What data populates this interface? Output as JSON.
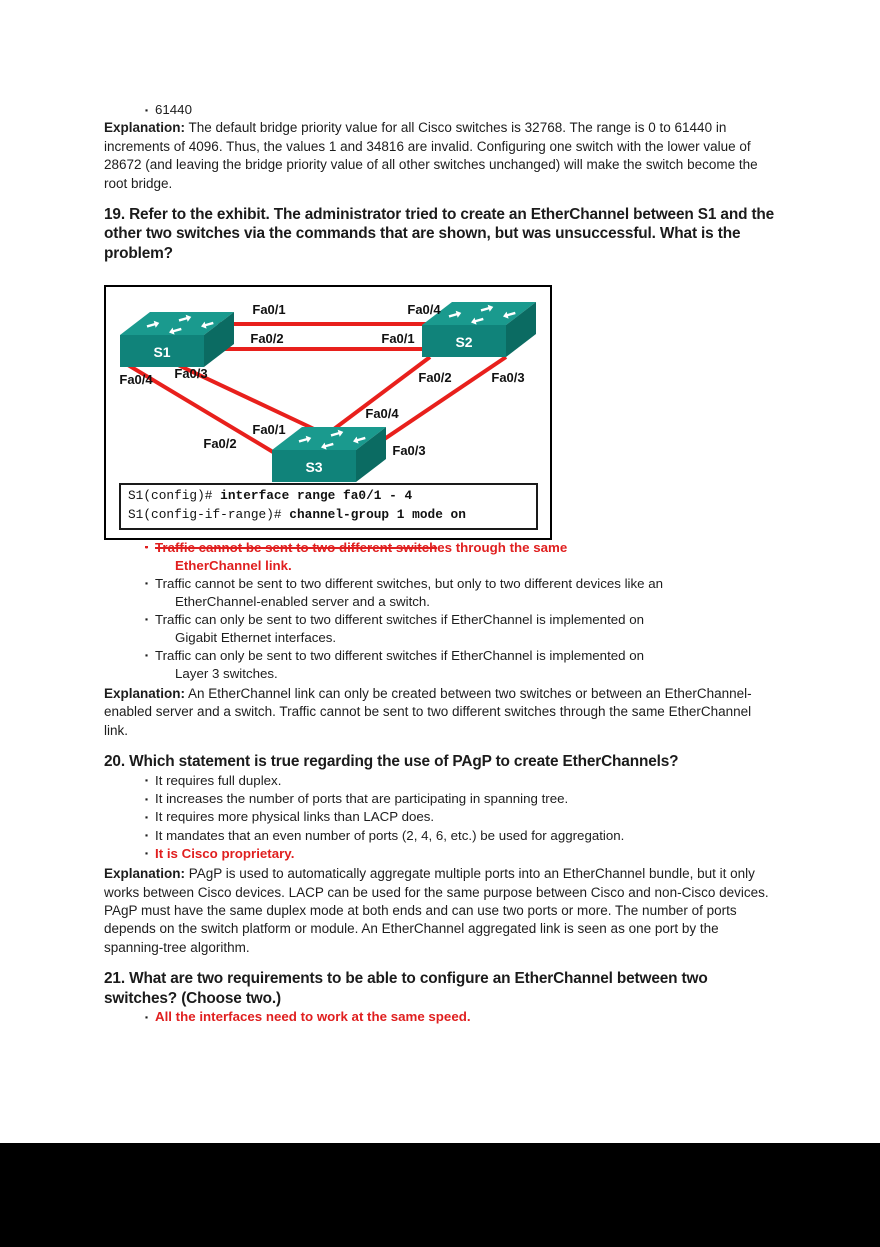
{
  "colors": {
    "answer_red": "#e01f1f",
    "link_red": "#e8201c",
    "switch_top": "#1a9a8e",
    "switch_front": "#10837a",
    "switch_side": "#0b6b62",
    "footer_bar": "#000000"
  },
  "prev_question": {
    "last_option": "61440",
    "explanation_label": "Explanation:",
    "explanation": "The default bridge priority value for all Cisco switches is 32768. The range is 0 to 61440 in increments of 4096. Thus, the values 1 and 34816 are invalid. Configuring one switch with the lower value of 28672 (and leaving the bridge priority value of all other switches unchanged) will make the switch become the root bridge."
  },
  "q19": {
    "title": "19. Refer to the exhibit. The administrator tried to create an EtherChannel between S1 and the other two switches via the commands that are shown, but was unsuccessful. What is the problem?",
    "exhibit": {
      "switch_labels": {
        "s1": "S1",
        "s2": "S2",
        "s3": "S3"
      },
      "ports": {
        "top_left": "Fa0/1",
        "top_right": "Fa0/4",
        "mid_left": "Fa0/2",
        "mid_right": "Fa0/1",
        "s1_left": "Fa0/4",
        "s1_bottom": "Fa0/3",
        "s2_bottom_left": "Fa0/2",
        "s2_bottom_right": "Fa0/3",
        "s3_top_left": "Fa0/1",
        "s3_left": "Fa0/2",
        "s3_top_right": "Fa0/4",
        "s3_right": "Fa0/3"
      },
      "config": [
        {
          "prompt": "S1(config)#",
          "command": "interface range fa0/1 - 4"
        },
        {
          "prompt": "S1(config-if-range)#",
          "command": "channel-group 1 mode on"
        }
      ]
    },
    "correct": {
      "struck_text": "Traffic cannot be sent to two different switch",
      "after_struck": "es through the same",
      "line2": "EtherChannel link."
    },
    "answers": [
      {
        "lines": [
          "Traffic cannot be sent to two different switches, but only to two different devices like an",
          "EtherChannel-enabled server and a switch."
        ]
      },
      {
        "lines": [
          "Traffic can only be sent to two different switches if EtherChannel is implemented on",
          "Gigabit Ethernet interfaces."
        ]
      },
      {
        "lines": [
          "Traffic can only be sent to two different switches if EtherChannel is implemented on",
          "Layer 3 switches."
        ]
      }
    ],
    "explanation_label": "Explanation:",
    "explanation": "An EtherChannel link can only be created between two switches or between an EtherChannel-enabled server and a switch. Traffic cannot be sent to two different switches through the same EtherChannel link."
  },
  "q20": {
    "title": "20. Which statement is true regarding the use of PAgP to create EtherChannels?",
    "answers": [
      "It requires full duplex.",
      "It increases the number of ports that are participating in spanning tree.",
      "It requires more physical links than LACP does.",
      "It mandates that an even number of ports (2, 4, 6, etc.) be used for aggregation."
    ],
    "correct": "It is Cisco proprietary.",
    "explanation_label": "Explanation:",
    "explanation": "PAgP is used to automatically aggregate multiple ports into an EtherChannel bundle, but it only works between Cisco devices. LACP can be used for the same purpose between Cisco and non-Cisco devices. PAgP must have the same duplex mode at both ends and can use two ports or more. The number of ports depends on the switch platform or module. An EtherChannel aggregated link is seen as one port by the spanning-tree algorithm."
  },
  "q21": {
    "title": "21. What are two requirements to be able to configure an EtherChannel between two switches? (Choose two.)",
    "correct": "All the interfaces need to work at the same speed."
  }
}
